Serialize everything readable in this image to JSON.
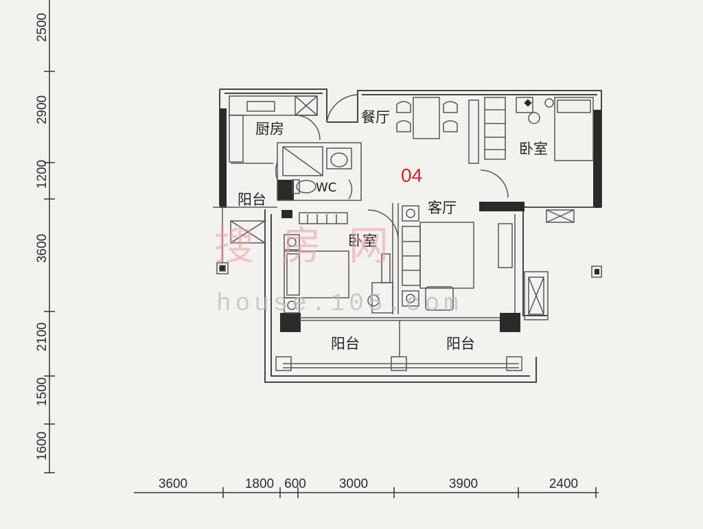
{
  "unit_label": "04",
  "rooms": {
    "kitchen": "厨房",
    "dining": "餐厅",
    "bedroom_right": "卧室",
    "bedroom_center": "卧室",
    "living": "客厅",
    "wc": "WC",
    "balcony_left": "阳台",
    "balcony_bottom_left": "阳台",
    "balcony_bottom_right": "阳台"
  },
  "left_dims": [
    "2500",
    "2900",
    "1200",
    "3600",
    "2100",
    "1500",
    "1600"
  ],
  "bottom_dims": [
    "3600",
    "1800",
    "600",
    "3000",
    "3900",
    "2400"
  ],
  "watermark": {
    "chinese": "搜房网",
    "english": "house.105.com"
  },
  "colors": {
    "wall": "#2a2a2a",
    "line": "#555555",
    "accent": "#d8202a",
    "watermark": "#e9a0a6"
  }
}
